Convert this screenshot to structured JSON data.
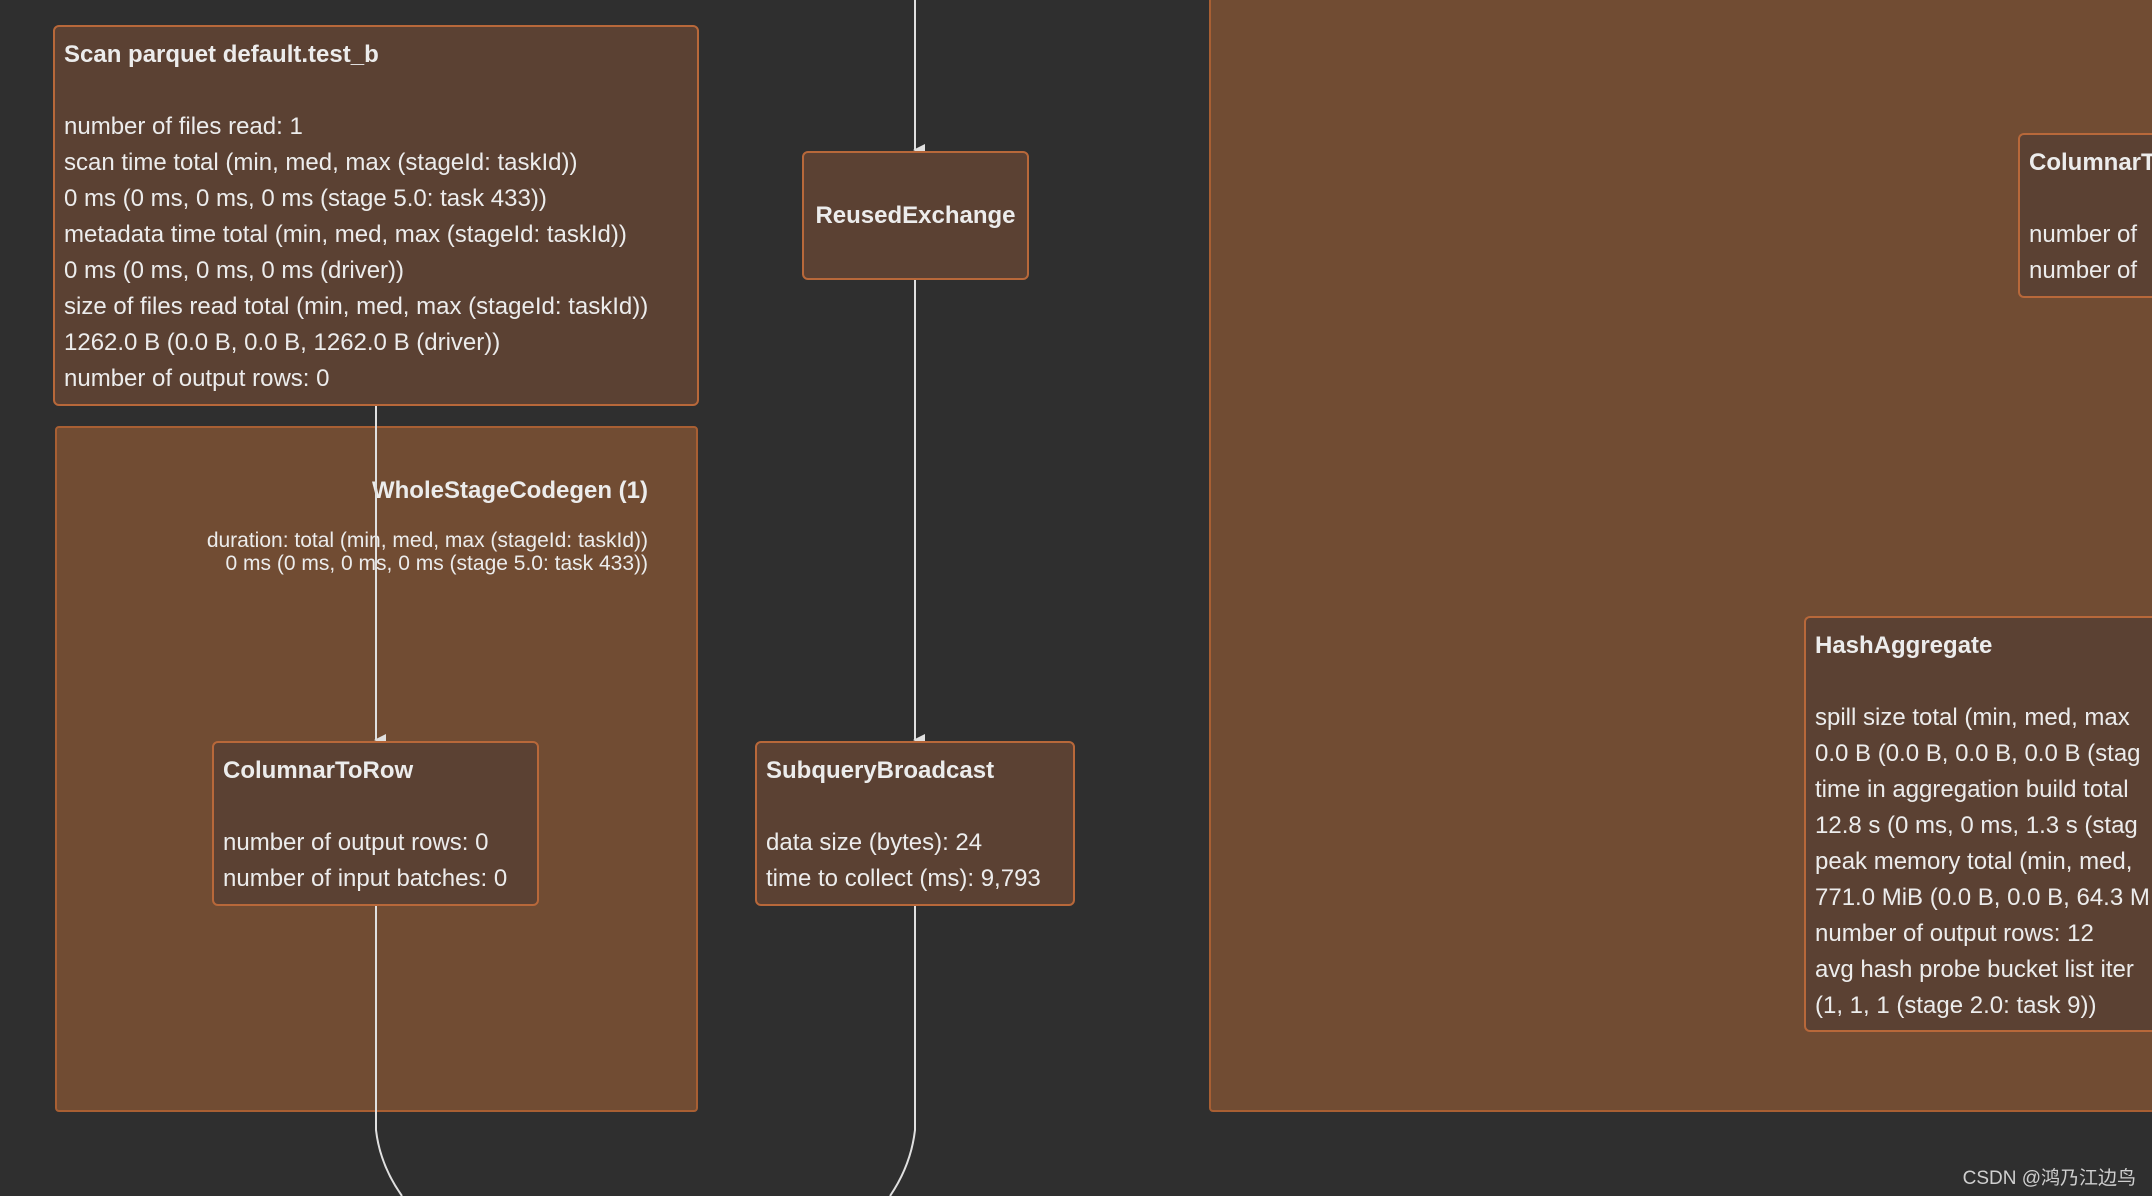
{
  "colors": {
    "background": "#2f2f2f",
    "cluster_fill": "#714c33",
    "cluster_border": "#a85f33",
    "node_fill": "#5b4133",
    "node_border": "#b8683a",
    "edge": "#e0e0e0",
    "text": "#ececec"
  },
  "nodes": {
    "scan": {
      "title": "Scan parquet default.test_b",
      "lines": [
        "number of files read: 1",
        "scan time total (min, med, max (stageId: taskId))",
        "0 ms (0 ms, 0 ms, 0 ms (stage 5.0: task 433))",
        "metadata time total (min, med, max (stageId: taskId))",
        "0 ms (0 ms, 0 ms, 0 ms (driver))",
        "size of files read total (min, med, max (stageId: taskId))",
        "1262.0 B (0.0 B, 0.0 B, 1262.0 B (driver))",
        "number of output rows: 0"
      ]
    },
    "reused_exchange": {
      "title": "ReusedExchange"
    },
    "columnar_to_row": {
      "title": "ColumnarToRow",
      "lines": [
        "number of output rows: 0",
        "number of input batches: 0"
      ]
    },
    "subquery_broadcast": {
      "title": "SubqueryBroadcast",
      "lines": [
        "data size (bytes): 24",
        "time to collect (ms): 9,793"
      ]
    },
    "columnar_right": {
      "title": "ColumnarT",
      "lines": [
        "number of",
        "number of"
      ]
    },
    "hash_aggregate": {
      "title": "HashAggregate",
      "lines": [
        "spill size total (min, med, max",
        "0.0 B (0.0 B, 0.0 B, 0.0 B (stag",
        "time in aggregation build total",
        "12.8 s (0 ms, 0 ms, 1.3 s (stag",
        "peak memory total (min, med,",
        "771.0 MiB (0.0 B, 0.0 B, 64.3 M",
        "number of output rows: 12",
        "avg hash probe bucket list iter",
        "(1, 1, 1 (stage 2.0: task 9))"
      ]
    }
  },
  "clusters": {
    "wholestage": {
      "title": "WholeStageCodegen (1)",
      "metric_line1": "duration: total (min, med, max (stageId: taskId))",
      "metric_line2": "0 ms (0 ms, 0 ms, 0 ms (stage 5.0: task 433))"
    }
  },
  "watermark": "CSDN @鸿乃江边鸟"
}
